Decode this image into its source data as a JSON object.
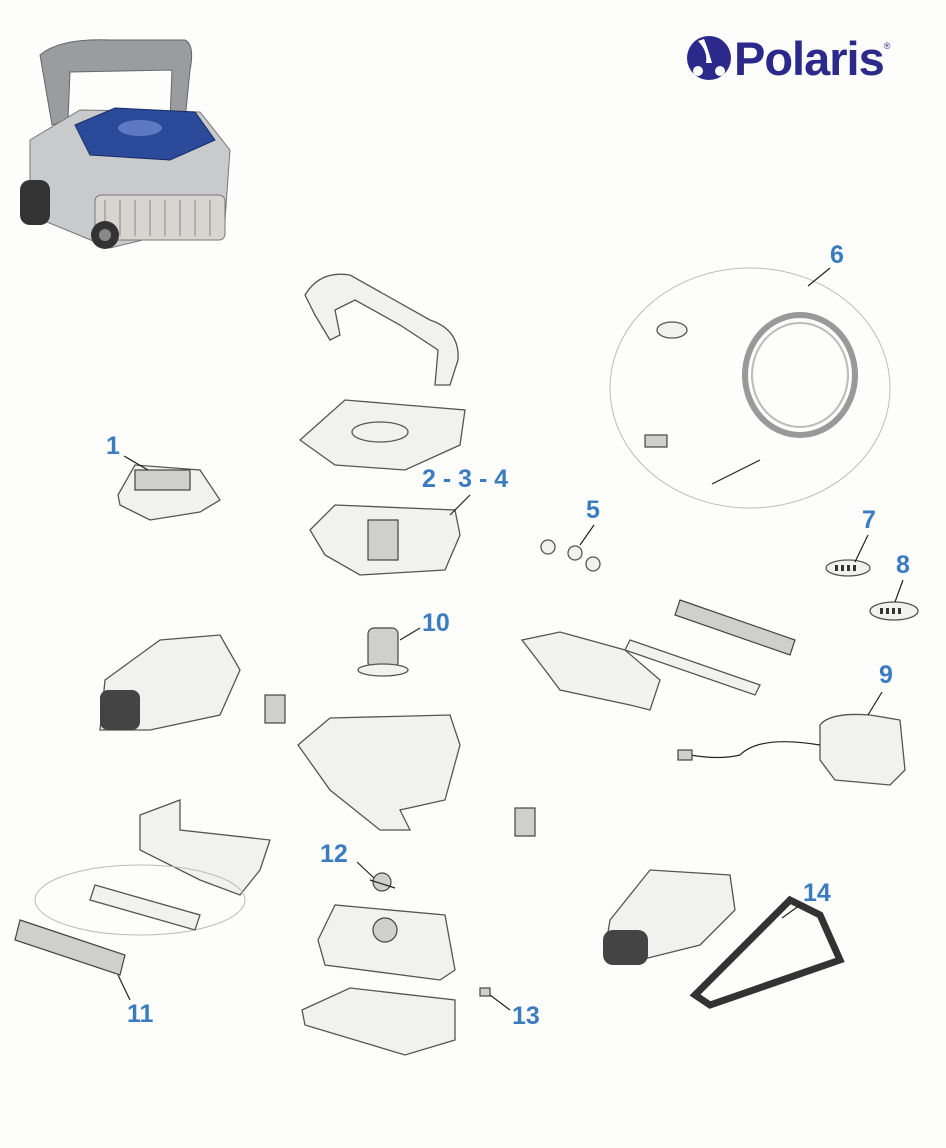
{
  "brand": {
    "name": "Polaris",
    "registered_mark": "®",
    "color": "#2b2a8a"
  },
  "callout_color": "#3b7bbf",
  "callouts": [
    {
      "id": "1",
      "label": "1"
    },
    {
      "id": "2-3-4",
      "label": "2 - 3 - 4"
    },
    {
      "id": "5",
      "label": "5"
    },
    {
      "id": "6",
      "label": "6"
    },
    {
      "id": "7",
      "label": "7"
    },
    {
      "id": "8",
      "label": "8"
    },
    {
      "id": "9",
      "label": "9"
    },
    {
      "id": "10",
      "label": "10"
    },
    {
      "id": "11",
      "label": "11"
    },
    {
      "id": "12",
      "label": "12"
    },
    {
      "id": "13",
      "label": "13"
    },
    {
      "id": "14",
      "label": "14"
    }
  ]
}
